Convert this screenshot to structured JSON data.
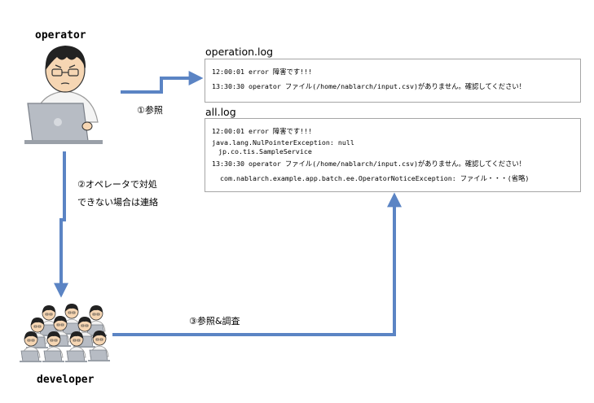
{
  "operator_label": "operator",
  "developer_label": "developer",
  "operation_log": {
    "title": "operation.log",
    "lines": [
      "12:00:01 error 障害です!!!",
      "13:30:30 operator ファイル(/home/nablarch/input.csv)がありません。確認してください！"
    ]
  },
  "all_log": {
    "title": "all.log",
    "lines": [
      "12:00:01 error 障害です!!!",
      "java.lang.NulPointerException: null",
      "jp.co.tis.SampleService",
      "13:30:30 operator ファイル(/home/nablarch/input.csv)がありません。確認してください！",
      "com.nablarch.example.app.batch.ee.OperatorNoticeException:   ファイル・・・(省略)"
    ]
  },
  "notes": {
    "ref1": "①参照",
    "ref2_line1": "②オペレータで対処",
    "ref2_line2": "できない場合は連絡",
    "ref3": "③参照&調査"
  },
  "colors": {
    "arrow": "#5b84c4",
    "box_border": "#a6a6a6"
  },
  "icons": {
    "operator": "operator-at-laptop-icon",
    "developers": "developer-team-icon"
  }
}
